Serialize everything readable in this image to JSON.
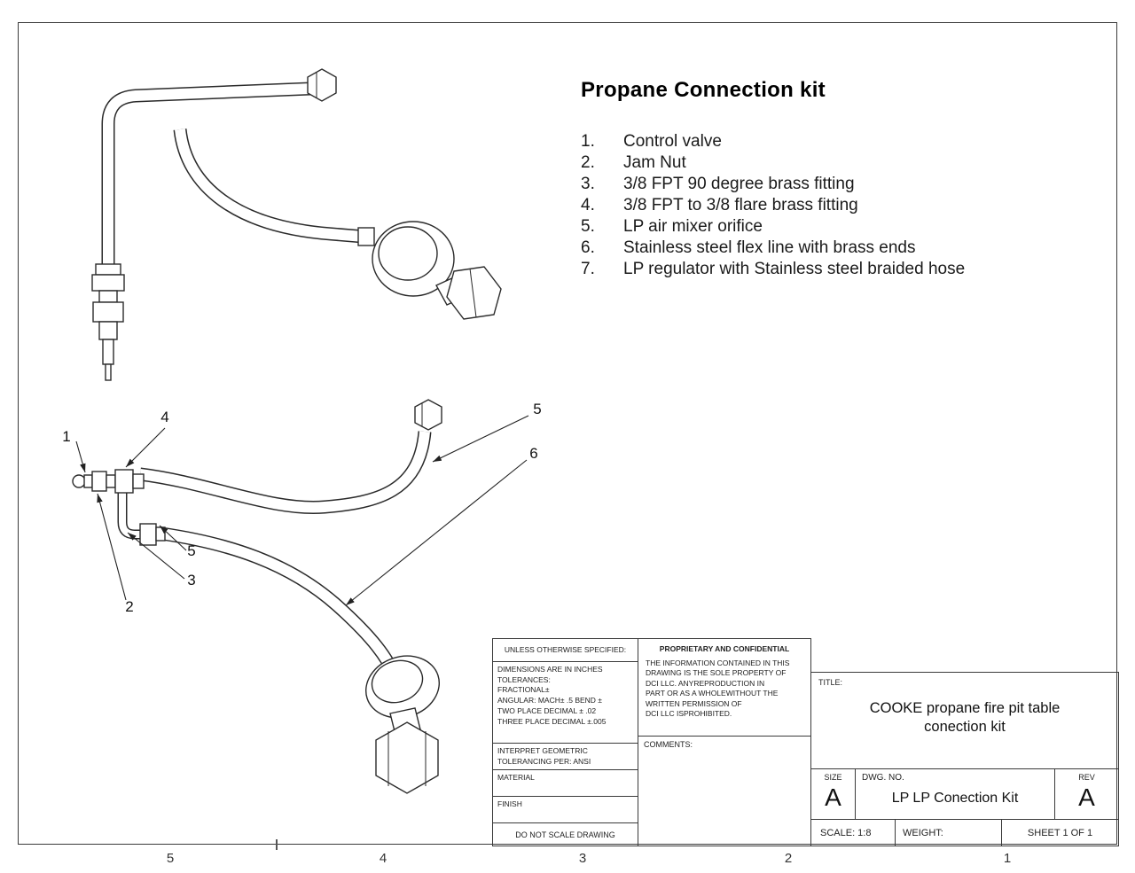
{
  "drawing_title": "Propane Connection kit",
  "parts_list": [
    {
      "num": "1.",
      "label": "Control valve"
    },
    {
      "num": "2.",
      "label": "Jam Nut"
    },
    {
      "num": "3.",
      "label": "3/8 FPT 90 degree brass fitting"
    },
    {
      "num": "4.",
      "label": "3/8 FPT to 3/8 flare brass fitting"
    },
    {
      "num": "5.",
      "label": "LP air mixer orifice"
    },
    {
      "num": "6.",
      "label": "Stainless steel flex line with brass ends"
    },
    {
      "num": "7.",
      "label": "LP regulator with Stainless steel braided hose"
    }
  ],
  "callouts": {
    "c1": "1",
    "c2": "2",
    "c3": "3",
    "c4": "4",
    "c5_top": "5",
    "c5_bottom": "5",
    "c6": "6"
  },
  "title_block": {
    "unless_otherwise": "UNLESS OTHERWISE SPECIFIED:",
    "tolerance_lines": [
      "DIMENSIONS ARE IN INCHES",
      "TOLERANCES:",
      "FRACTIONAL±",
      "ANGULAR: MACH± .5  BEND ±",
      "TWO PLACE DECIMAL   ± .02",
      "THREE PLACE DECIMAL  ±.005"
    ],
    "interpret_lines": [
      "INTERPRET GEOMETRIC",
      "TOLERANCING PER: ANSI"
    ],
    "material_label": "MATERIAL",
    "finish_label": "FINISH",
    "do_not_scale": "DO NOT SCALE DRAWING",
    "proprietary_heading": "PROPRIETARY AND CONFIDENTIAL",
    "proprietary_lines": [
      "THE INFORMATION CONTAINED IN THIS",
      "DRAWING IS THE SOLE PROPERTY OF",
      "DCI LLC.  ANYREPRODUCTION IN",
      "PART OR AS A WHOLEWITHOUT THE",
      "WRITTEN PERMISSION OF",
      "DCI LLC ISPROHIBITED."
    ],
    "comments_label": "COMMENTS:",
    "title_label": "TITLE:",
    "title_line1": "COOKE propane fire pit table",
    "title_line2": "conection kit",
    "size_label": "SIZE",
    "size_value": "A",
    "dwg_label": "DWG.  NO.",
    "dwg_value": "LP LP Conection Kit",
    "rev_label": "REV",
    "rev_value": "A",
    "scale_text": "SCALE: 1:8",
    "weight_label": "WEIGHT:",
    "sheet_text": "SHEET 1 OF 1"
  },
  "zone_markers": [
    "5",
    "4",
    "3",
    "2",
    "1"
  ]
}
